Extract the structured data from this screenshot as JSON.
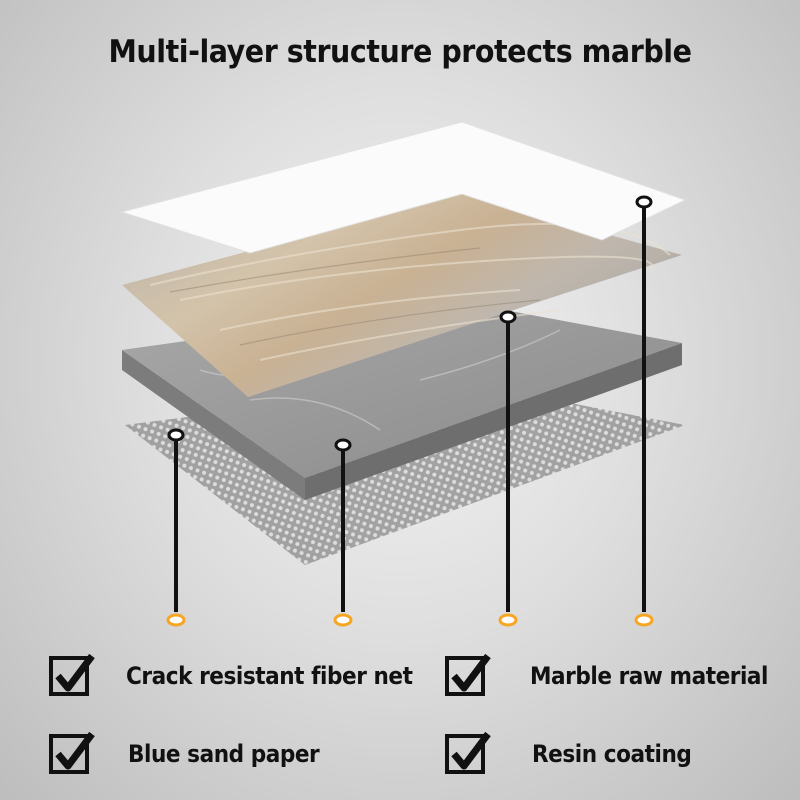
{
  "title": "Multi-layer structure protects marble",
  "colors": {
    "accent": "#f5a623",
    "text": "#111111",
    "line": "#111111"
  },
  "layers": [
    "Resin coating",
    "Marble raw material",
    "Blue sand paper",
    "Crack resistant fiber net"
  ],
  "features": [
    {
      "label": "Crack resistant fiber net",
      "icon": "checkbox-checked-icon"
    },
    {
      "label": "Marble raw material",
      "icon": "checkbox-checked-icon"
    },
    {
      "label": "Blue sand paper",
      "icon": "checkbox-checked-icon"
    },
    {
      "label": "Resin coating",
      "icon": "checkbox-checked-icon"
    }
  ]
}
